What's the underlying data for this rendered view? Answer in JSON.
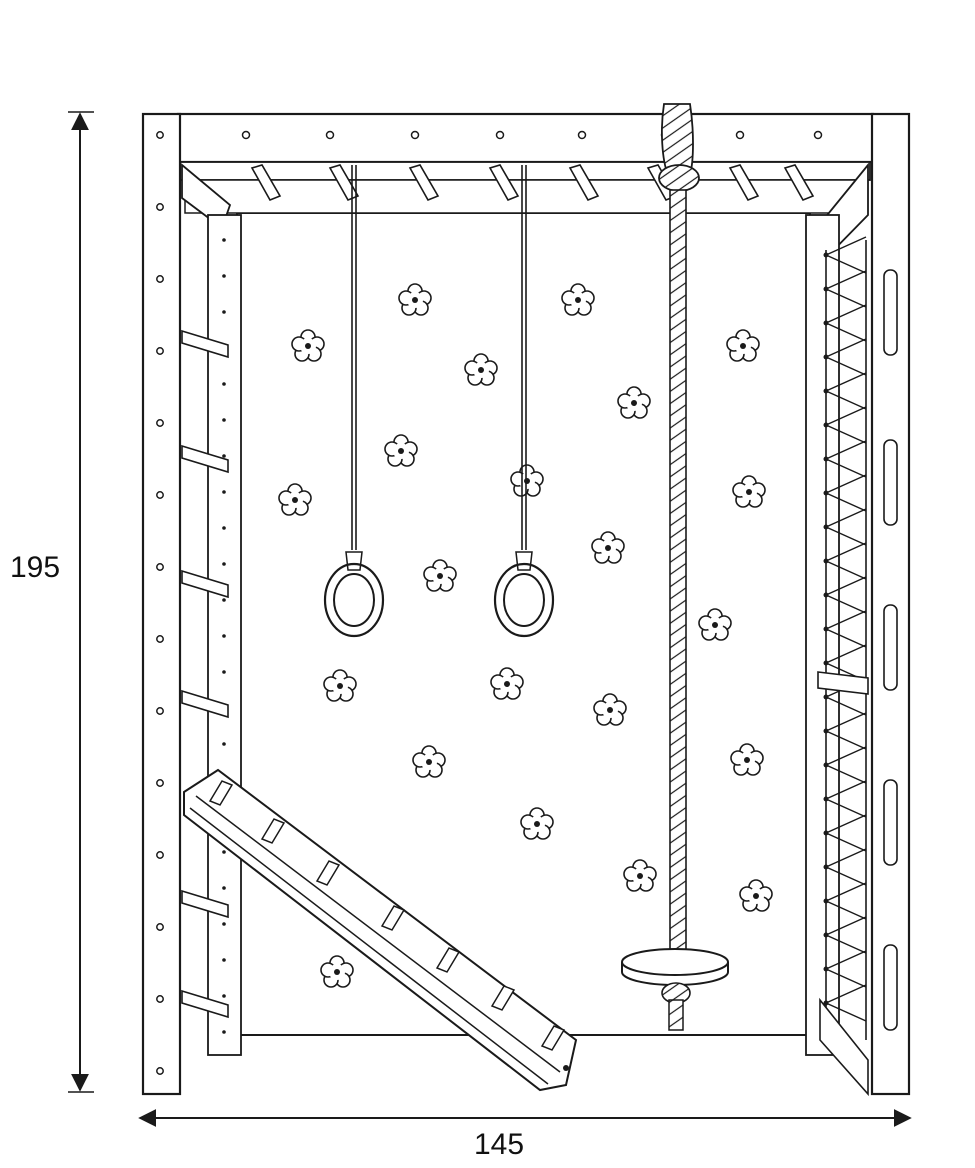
{
  "dimensions": {
    "height": "195",
    "width": "145"
  },
  "components": {
    "frame": "wooden-frame",
    "climbing_wall": "climbing-wall-with-holds",
    "gymnastic_rings": "gymnastic-rings",
    "rope": "climbing-rope",
    "rope_disc": "rope-swing-disc",
    "ladder_left": "wall-bars",
    "ramp": "slide-ladder-ramp",
    "net_right": "climbing-net",
    "monkey_bars": "monkey-bars"
  },
  "colors": {
    "line": "#1a1a1a",
    "fill": "#ffffff"
  }
}
